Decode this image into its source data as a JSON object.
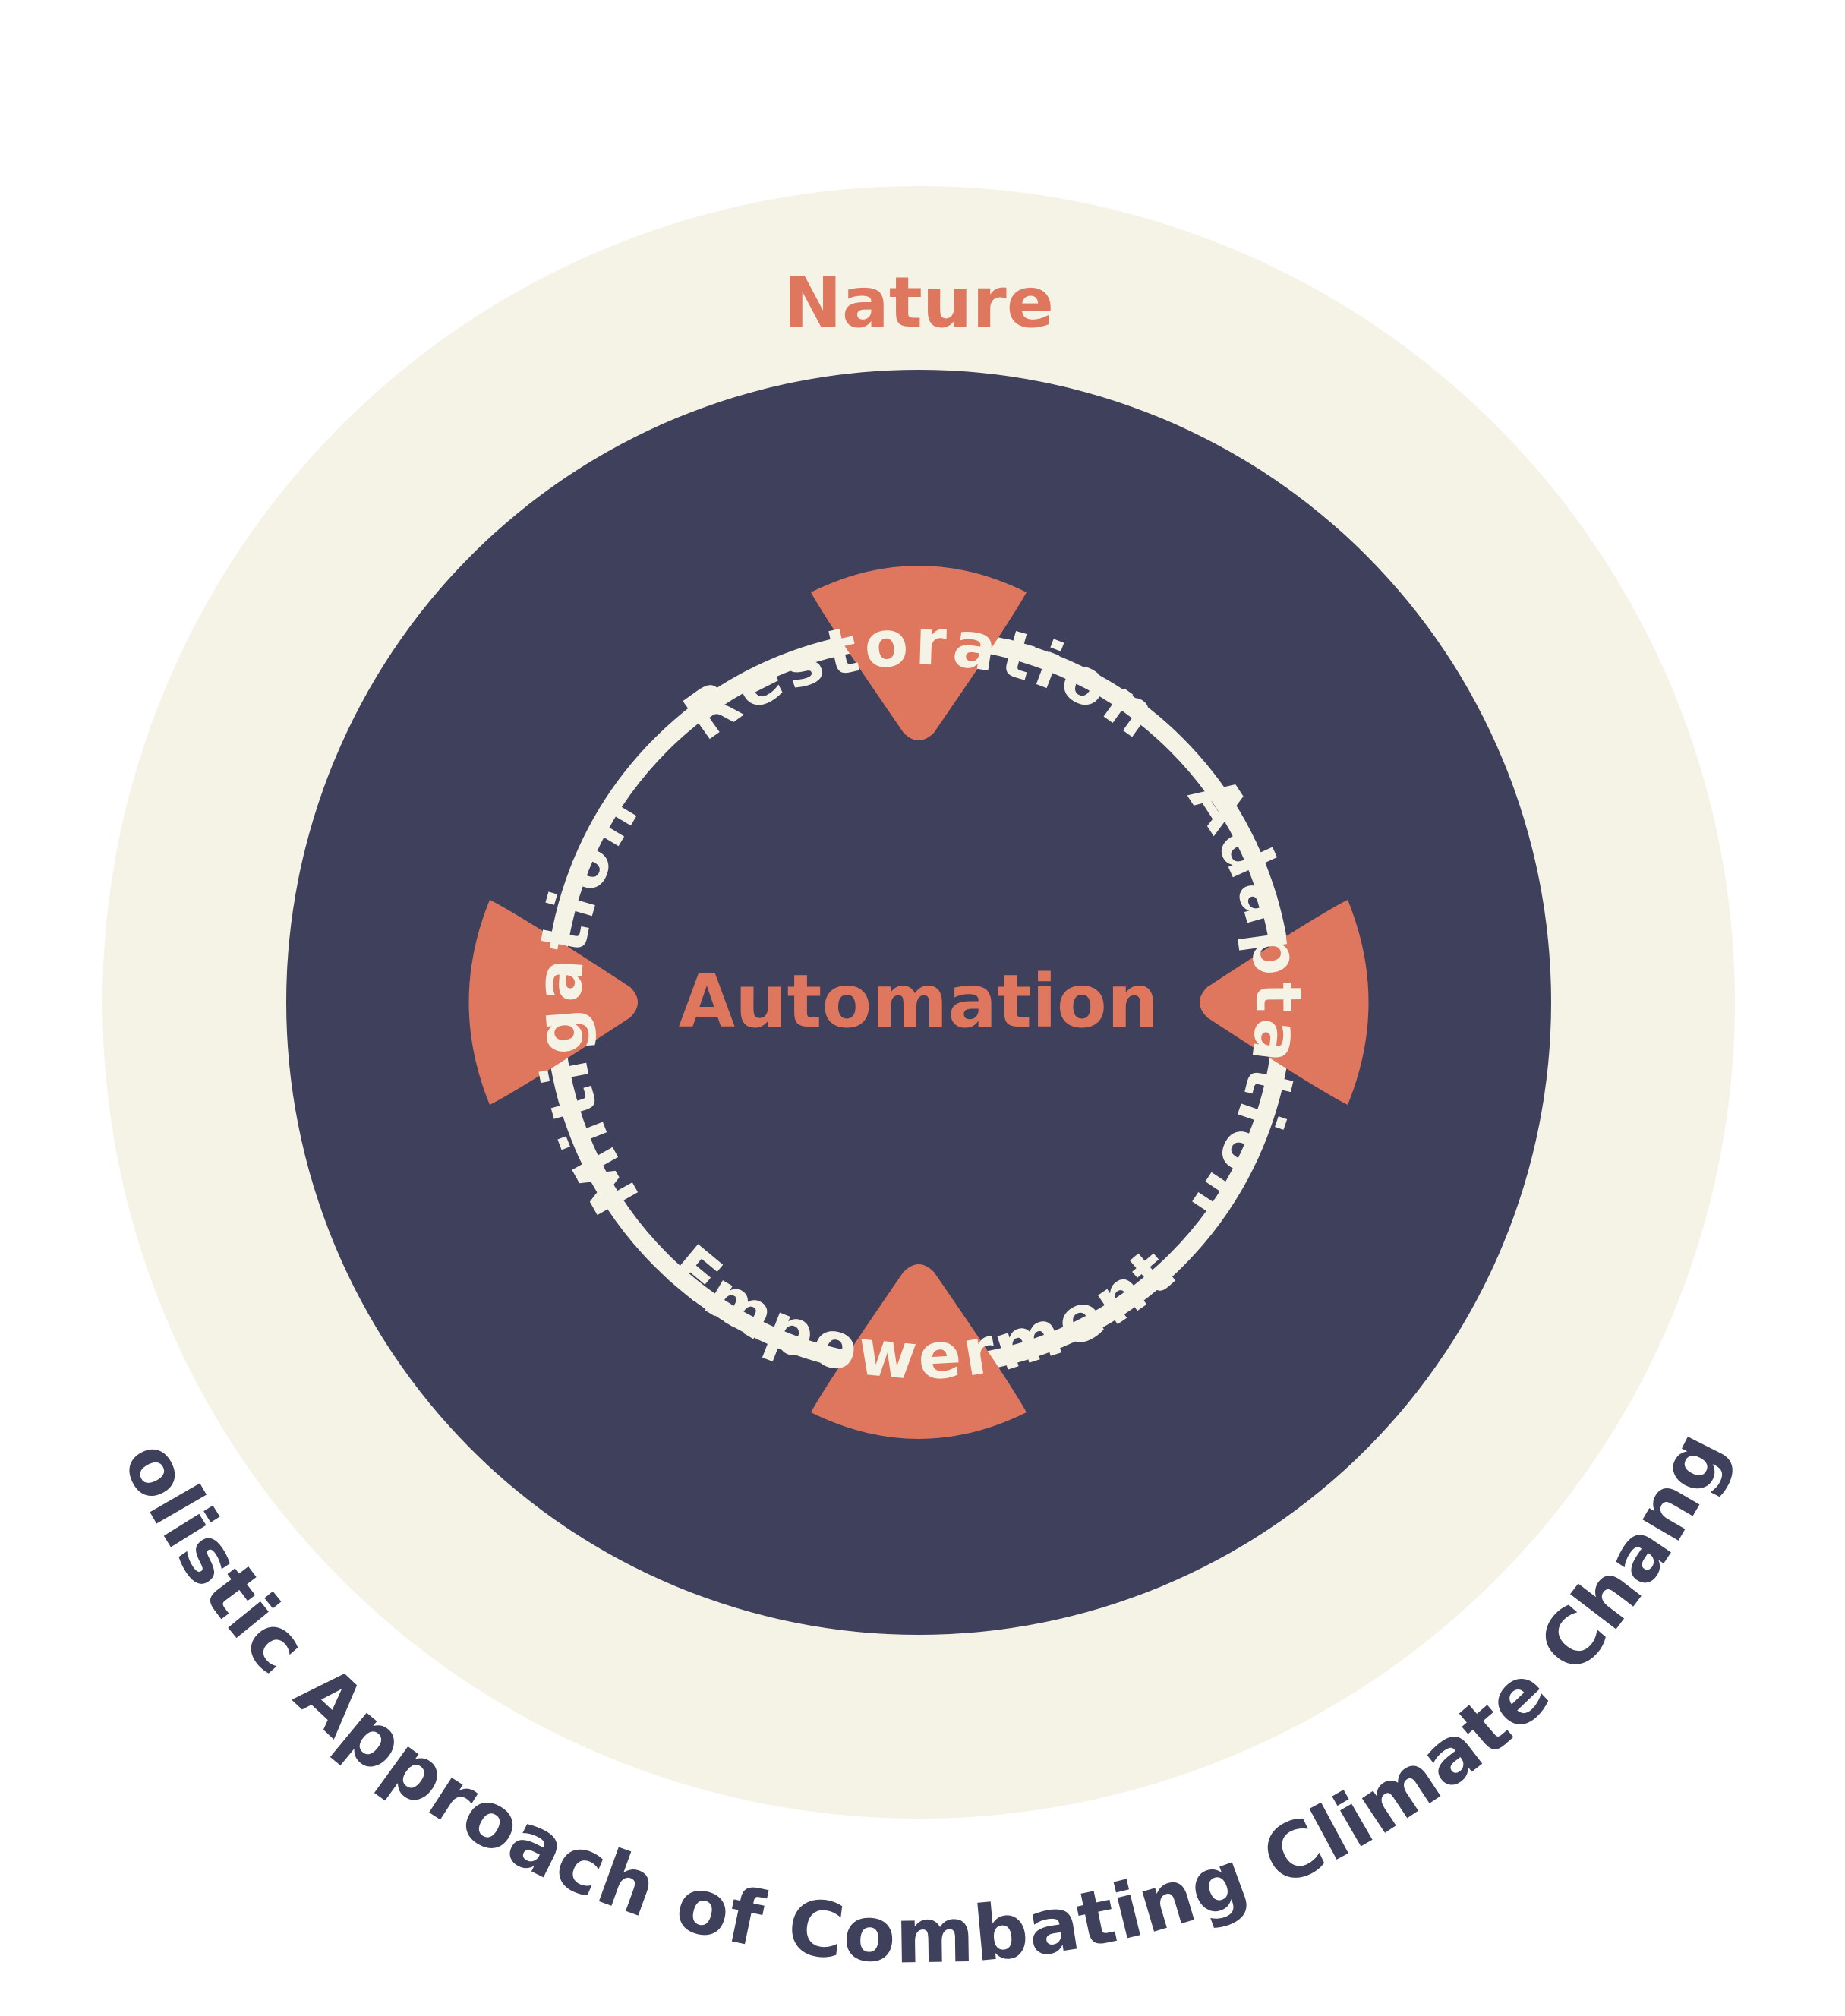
{
  "diagram": {
    "outer_label": "Nature",
    "center_label": "Automation",
    "ring_labels": {
      "top": "Restoration",
      "right": "Adaptation",
      "bottom": "Empowerment",
      "left": "Mitigation"
    },
    "caption": "Holistic Approach of Combating Climate Change"
  },
  "colors": {
    "outer_disc": "#f5f2e6",
    "inner_disc": "#3e405c",
    "accent": "#de775e",
    "ring_stroke": "#f5f2e6",
    "caption_text": "#3e405c",
    "ring_text": "#f5f2e6"
  }
}
